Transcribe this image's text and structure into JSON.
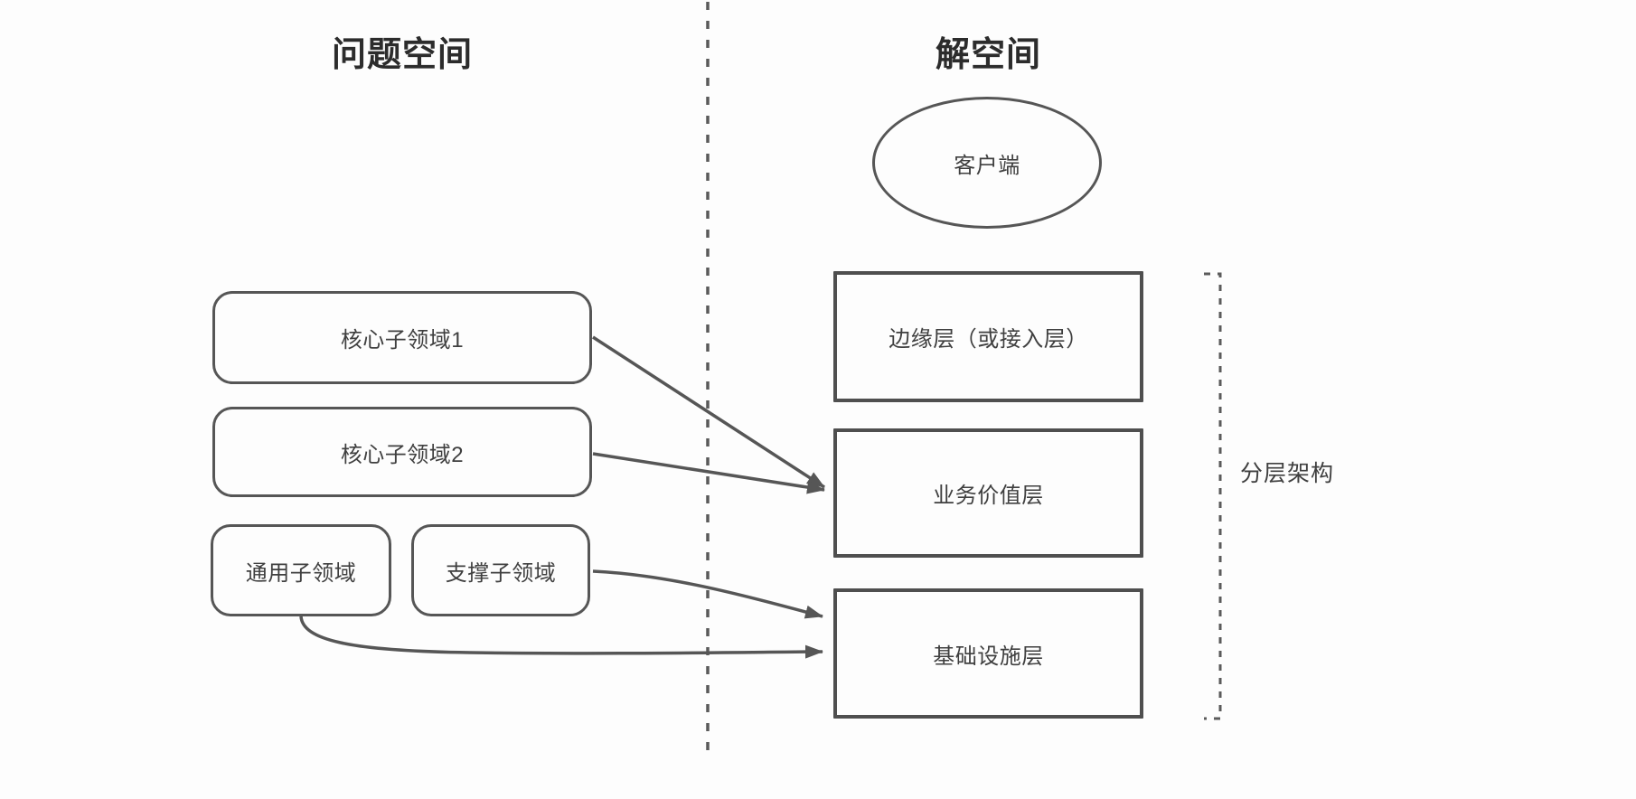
{
  "diagram": {
    "problem_space": {
      "title": "问题空间",
      "nodes": [
        {
          "id": "core-subdomain-1",
          "label": "核心子领域1",
          "shape": "rounded-rect"
        },
        {
          "id": "core-subdomain-2",
          "label": "核心子领域2",
          "shape": "rounded-rect"
        },
        {
          "id": "generic-subdomain",
          "label": "通用子领域",
          "shape": "rounded-rect"
        },
        {
          "id": "supporting-subdomain",
          "label": "支撑子领域",
          "shape": "rounded-rect"
        }
      ]
    },
    "solution_space": {
      "title": "解空间",
      "client_node": {
        "id": "client",
        "label": "客户端",
        "shape": "ellipse"
      },
      "layers": [
        {
          "id": "edge-layer",
          "label": "边缘层（或接入层）"
        },
        {
          "id": "business-value-layer",
          "label": "业务价值层"
        },
        {
          "id": "infrastructure-layer",
          "label": "基础设施层"
        }
      ],
      "bracket_label": "分层架构"
    },
    "edges": [
      {
        "from": "core-subdomain-1",
        "to": "business-value-layer"
      },
      {
        "from": "core-subdomain-2",
        "to": "business-value-layer"
      },
      {
        "from": "supporting-subdomain",
        "to": "infrastructure-layer"
      },
      {
        "from": "generic-subdomain",
        "to": "infrastructure-layer"
      }
    ],
    "colors": {
      "stroke": "#565656",
      "node_text": "#3f3f3f",
      "title_text": "#2c2c2c",
      "background": "#fdfdfd"
    }
  }
}
